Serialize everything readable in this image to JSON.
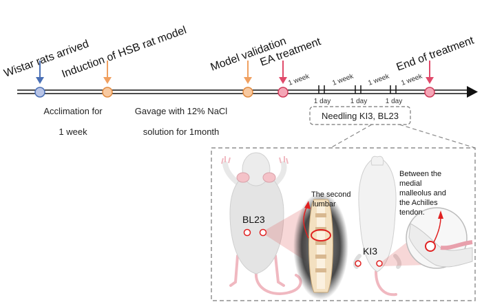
{
  "timeline": {
    "events": [
      {
        "label": "Wistar rats arrived",
        "color": "#4a6fb5"
      },
      {
        "label": "Induction of HSB rat model",
        "color": "#f0a060"
      },
      {
        "label": "Model validation",
        "color": "#f0a060"
      },
      {
        "label": "EA treatment",
        "color": "#e04a6a"
      },
      {
        "label": "End of treatment",
        "color": "#e04a6a"
      }
    ],
    "lower_labels": {
      "acclimation_line1": "Acclimation for",
      "acclimation_line2": "1 week",
      "gavage_line1": "Gavage with 12% NaCl",
      "gavage_line2": "solution for 1month"
    },
    "weeks": [
      "1 week",
      "1 week",
      "1 week",
      "1 week"
    ],
    "days": [
      "1 day",
      "1 day",
      "1 day"
    ],
    "needling_box": "Needling KI3, BL23"
  },
  "detail": {
    "bl23_label": "BL23",
    "ki3_label": "KI3",
    "spine_note_line1": "The second",
    "spine_note_line2": "lumbar",
    "ki3_note_line1": "Between the",
    "ki3_note_line2": "medial",
    "ki3_note_line3": "malleolus and",
    "ki3_note_line4": "the Achilles",
    "ki3_note_line5": "tendon."
  },
  "colors": {
    "arrived": "#4a6fb5",
    "orange": "#f0a060",
    "red": "#e04a6a",
    "acupoint": "#e02020"
  }
}
